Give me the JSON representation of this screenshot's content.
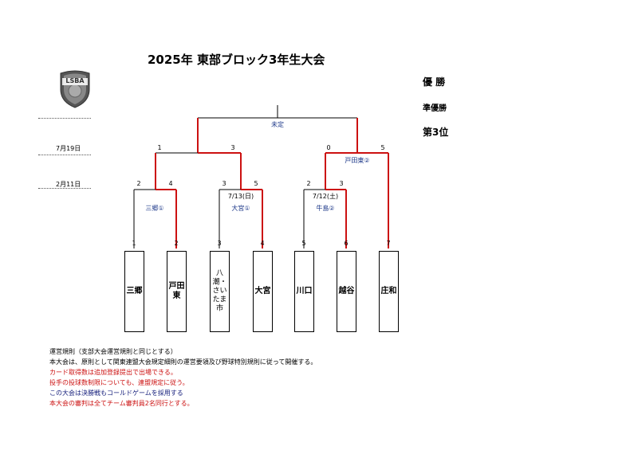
{
  "title": "2025年 東部ブロック3年生大会",
  "logo": {
    "text": "LSBA",
    "icon": "shield-emblem"
  },
  "results": {
    "champion": "優 勝",
    "runner_up": "準優勝",
    "third": "第3位"
  },
  "round_dates": [
    "7月19日",
    "2月11日"
  ],
  "final_venue": "未定",
  "semis": [
    {
      "venue": "",
      "date": "",
      "score_left": "1",
      "score_right": "3"
    },
    {
      "venue": "戸田東②",
      "date": "",
      "score_left": "0",
      "score_right": "5"
    }
  ],
  "quarters": [
    {
      "venue": "三郷①",
      "date": "",
      "score_left": "2",
      "score_right": "4"
    },
    {
      "venue": "大宮①",
      "date": "7/13(日)",
      "score_left": "3",
      "score_right": "5"
    },
    {
      "venue": "牛島②",
      "date": "7/12(土)",
      "score_left": "2",
      "score_right": "3"
    }
  ],
  "teams": [
    {
      "seed": "1",
      "name": "三郷"
    },
    {
      "seed": "2",
      "name": "戸田東"
    },
    {
      "seed": "3",
      "name": "八潮・さいたま市"
    },
    {
      "seed": "4",
      "name": "大宮"
    },
    {
      "seed": "5",
      "name": "川口"
    },
    {
      "seed": "6",
      "name": "越谷"
    },
    {
      "seed": "7",
      "name": "庄和"
    }
  ],
  "rules": [
    "運営規則（支部大会運営規則と同じとする）",
    "本大会は、原則として関東連盟大会規定細則の運営要領及び野球特別規則に従って開催する。",
    "カード取得数は追加登録提出で出場できる。",
    "投手の投球数制限についても、連盟規定に従う。",
    "この大会は決勝戦もコールドゲームを採用する",
    "本大会の審判は全てチーム審判員2名同行とする。"
  ],
  "colors": {
    "win_line": "#cc1111",
    "line": "#000000",
    "venue": "#1f3a8a",
    "rule_red": "#cc1111",
    "rule_navy": "#1a237e"
  }
}
